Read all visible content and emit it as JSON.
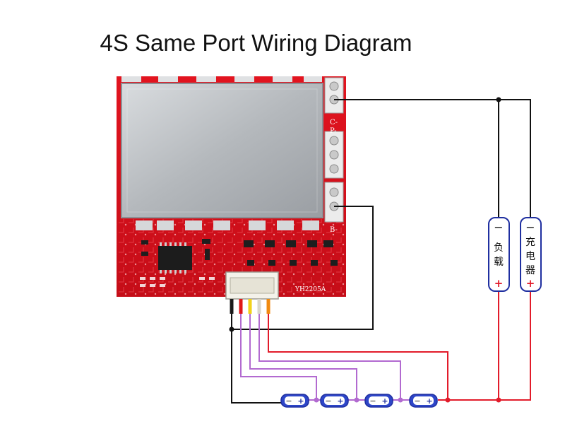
{
  "title": "4S Same Port Wiring Diagram",
  "board": {
    "model": "YH2205A",
    "port_labels": [
      "C-",
      "P-",
      "B-"
    ]
  },
  "load": {
    "minus": "−",
    "label_chars": [
      "负",
      "载"
    ],
    "plus": "+"
  },
  "charger": {
    "minus": "−",
    "label_chars": [
      "充",
      "电",
      "器"
    ],
    "plus": "+"
  },
  "battery_cells": [
    {
      "minus": "−",
      "plus": "+"
    },
    {
      "minus": "−",
      "plus": "+"
    },
    {
      "minus": "−",
      "plus": "+"
    },
    {
      "minus": "−",
      "plus": "+"
    }
  ],
  "connector_wire_colors": [
    "#1a1a1a",
    "#e01818",
    "#f2d21a",
    "#f0efe8",
    "#f08a10"
  ],
  "colors": {
    "pcb": "#d8101a",
    "shield": "#b4b8bc",
    "wire_black": "#111111",
    "wire_red": "#e21b2a",
    "wire_purple": "#b26ad0",
    "cell_blue": "#2e46c8",
    "cell_outline": "#1f2fa0"
  }
}
